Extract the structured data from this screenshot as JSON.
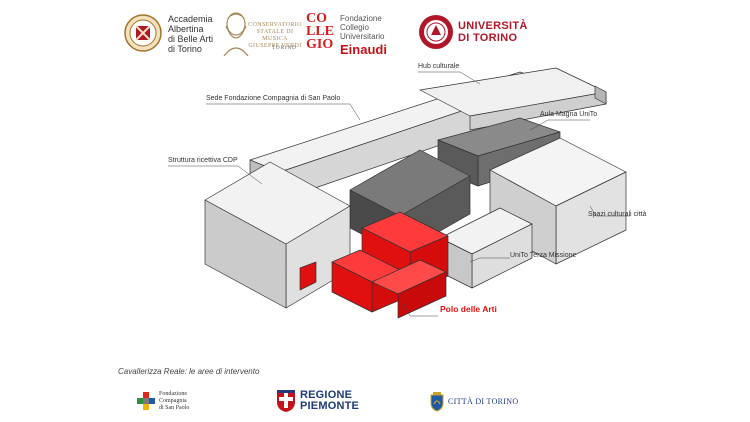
{
  "header_logos": {
    "accademia": {
      "line1": "Accademia",
      "line2": "Albertina",
      "line3": "di Belle Arti",
      "line4": "di Torino"
    },
    "conservatorio": {
      "line1": "CONSERVATORIO",
      "line2": "STATALE DI MUSICA",
      "line3": "GIUSEPPE VERDI",
      "line4": "TORINO"
    },
    "collegio": {
      "mark": "COLLE GIO",
      "line1": "Fondazione",
      "line2": "Collegio",
      "line3": "Universitario",
      "name": "Einaudi"
    },
    "universita": {
      "line1": "UNIVERSITÀ",
      "line2": "DI TORINO"
    }
  },
  "callouts": {
    "hub_culturale": "Hub culturale",
    "sede_fondazione": "Sede Fondazione Compagnia di San Paolo",
    "aula_magna": "Aula Magna UniTo",
    "struttura_ricettiva": "Struttura ricettiva CDP",
    "spazi_culturali": "Spazi culturali città",
    "unito_terza": "UniTo Terza Missione",
    "polo_arti": "Polo delle Arti"
  },
  "caption": "Cavallerizza Reale: le aree di intervento",
  "footer_logos": {
    "fondazione": {
      "line1": "Fondazione",
      "line2": "Compagnia",
      "line3": "di San Paolo"
    },
    "regione": {
      "line1": "REGIONE",
      "line2": "PIEMONTE"
    },
    "citta": "CITTÀ DI TORINO"
  },
  "colors": {
    "highlight_red": "#e01010",
    "dark_building": "#5a5a5a",
    "light_building": "#dcdcdc",
    "accent_red": "#b0182a"
  }
}
